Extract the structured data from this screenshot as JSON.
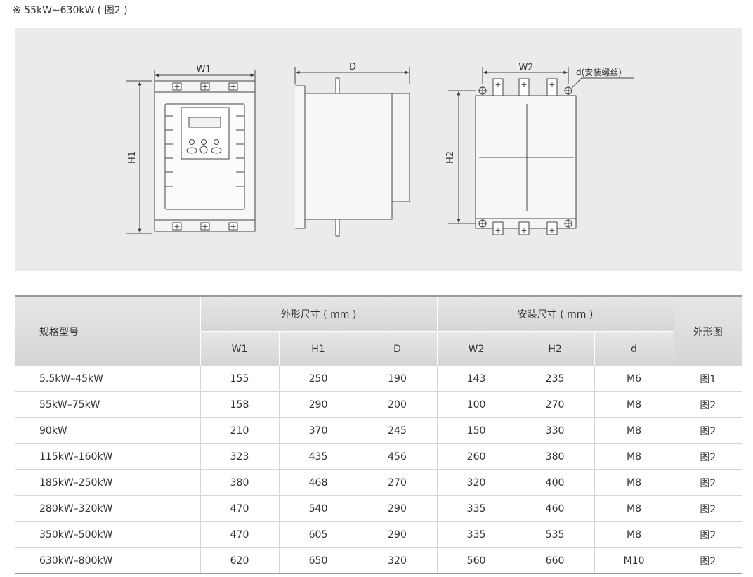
{
  "caption": "※ 55kW~630kW ( 图2 )",
  "figure": {
    "front_width_label": "W1",
    "front_height_label": "H1",
    "side_depth_label": "D",
    "back_width_label": "W2",
    "back_height_label": "H2",
    "screw_label": "d(安装螺丝)"
  },
  "table": {
    "model_header": "规格型号",
    "outline_group": "外形尺寸 ( mm )",
    "install_group": "安装尺寸 ( mm )",
    "figure_header": "外形图",
    "sub_headers": [
      "W1",
      "H1",
      "D",
      "W2",
      "H2",
      "d"
    ],
    "rows": [
      {
        "model": "5.5kW–45kW",
        "w1": "155",
        "h1": "250",
        "d": "190",
        "w2": "143",
        "h2": "235",
        "screw": "M6",
        "fig": "图1"
      },
      {
        "model": "55kW–75kW",
        "w1": "158",
        "h1": "290",
        "d": "200",
        "w2": "100",
        "h2": "270",
        "screw": "M8",
        "fig": "图2"
      },
      {
        "model": "90kW",
        "w1": "210",
        "h1": "370",
        "d": "245",
        "w2": "150",
        "h2": "330",
        "screw": "M8",
        "fig": "图2"
      },
      {
        "model": "115kW–160kW",
        "w1": "323",
        "h1": "435",
        "d": "456",
        "w2": "260",
        "h2": "380",
        "screw": "M8",
        "fig": "图2"
      },
      {
        "model": "185kW–250kW",
        "w1": "380",
        "h1": "468",
        "d": "270",
        "w2": "320",
        "h2": "400",
        "screw": "M8",
        "fig": "图2"
      },
      {
        "model": "280kW–320kW",
        "w1": "470",
        "h1": "540",
        "d": "290",
        "w2": "335",
        "h2": "460",
        "screw": "M8",
        "fig": "图2"
      },
      {
        "model": "350kW–500kW",
        "w1": "470",
        "h1": "605",
        "d": "290",
        "w2": "335",
        "h2": "535",
        "screw": "M8",
        "fig": "图2"
      },
      {
        "model": "630kW–800kW",
        "w1": "620",
        "h1": "650",
        "d": "320",
        "w2": "560",
        "h2": "660",
        "screw": "M10",
        "fig": "图2"
      }
    ]
  }
}
